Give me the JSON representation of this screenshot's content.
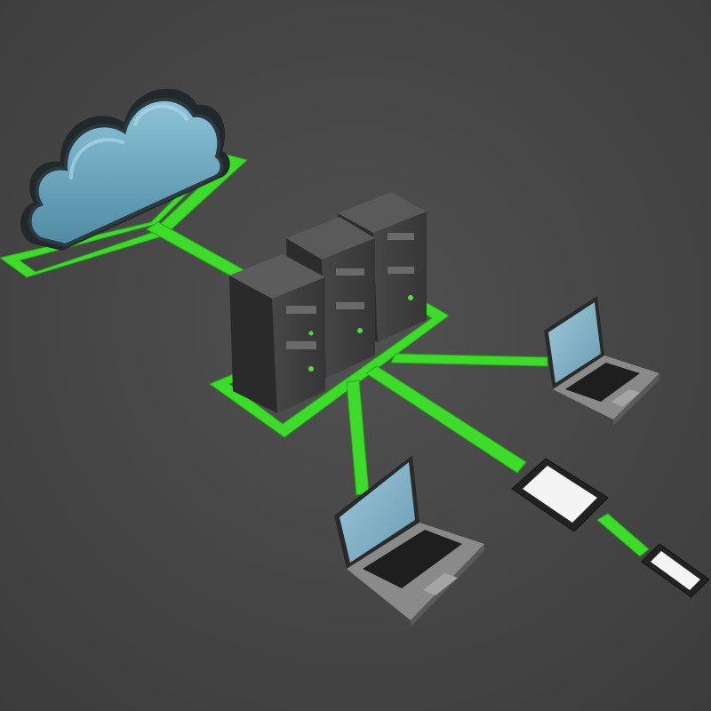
{
  "colors": {
    "background": "#4a4a4a",
    "background_vignette": "#3c3c3c",
    "link_green": "#3ddc2a",
    "link_green_dark": "#27a81a",
    "cloud_fill": "#5f9bb5",
    "cloud_highlight": "#8cc3d8",
    "cloud_edge": "#2c3a40",
    "server_front": "#3e3e3e",
    "server_side": "#2c2c2c",
    "server_top": "#575757",
    "server_led": "#4ce03c",
    "laptop_body": "#8a8a8a",
    "laptop_deck": "#6f6f6f",
    "laptop_screen": "#7fb1c8",
    "keyboard": "#1e1e1e",
    "tablet_body": "#222222",
    "tablet_screen": "#f4f4f4"
  },
  "scene": {
    "description_free": true,
    "nodes": [
      {
        "id": "cloud",
        "icon": "cloud-icon"
      },
      {
        "id": "server-rack",
        "icon": "server-rack-icon",
        "units": 3
      },
      {
        "id": "laptop-right",
        "icon": "laptop-icon"
      },
      {
        "id": "laptop-bottom",
        "icon": "laptop-icon"
      },
      {
        "id": "tablet",
        "icon": "tablet-icon"
      },
      {
        "id": "smartphone",
        "icon": "smartphone-icon"
      }
    ],
    "links": [
      {
        "from": "cloud",
        "to": "server-rack"
      },
      {
        "from": "server-rack",
        "to": "laptop-right"
      },
      {
        "from": "server-rack",
        "to": "laptop-bottom"
      },
      {
        "from": "server-rack",
        "to": "tablet"
      },
      {
        "from": "tablet",
        "to": "smartphone"
      }
    ]
  }
}
